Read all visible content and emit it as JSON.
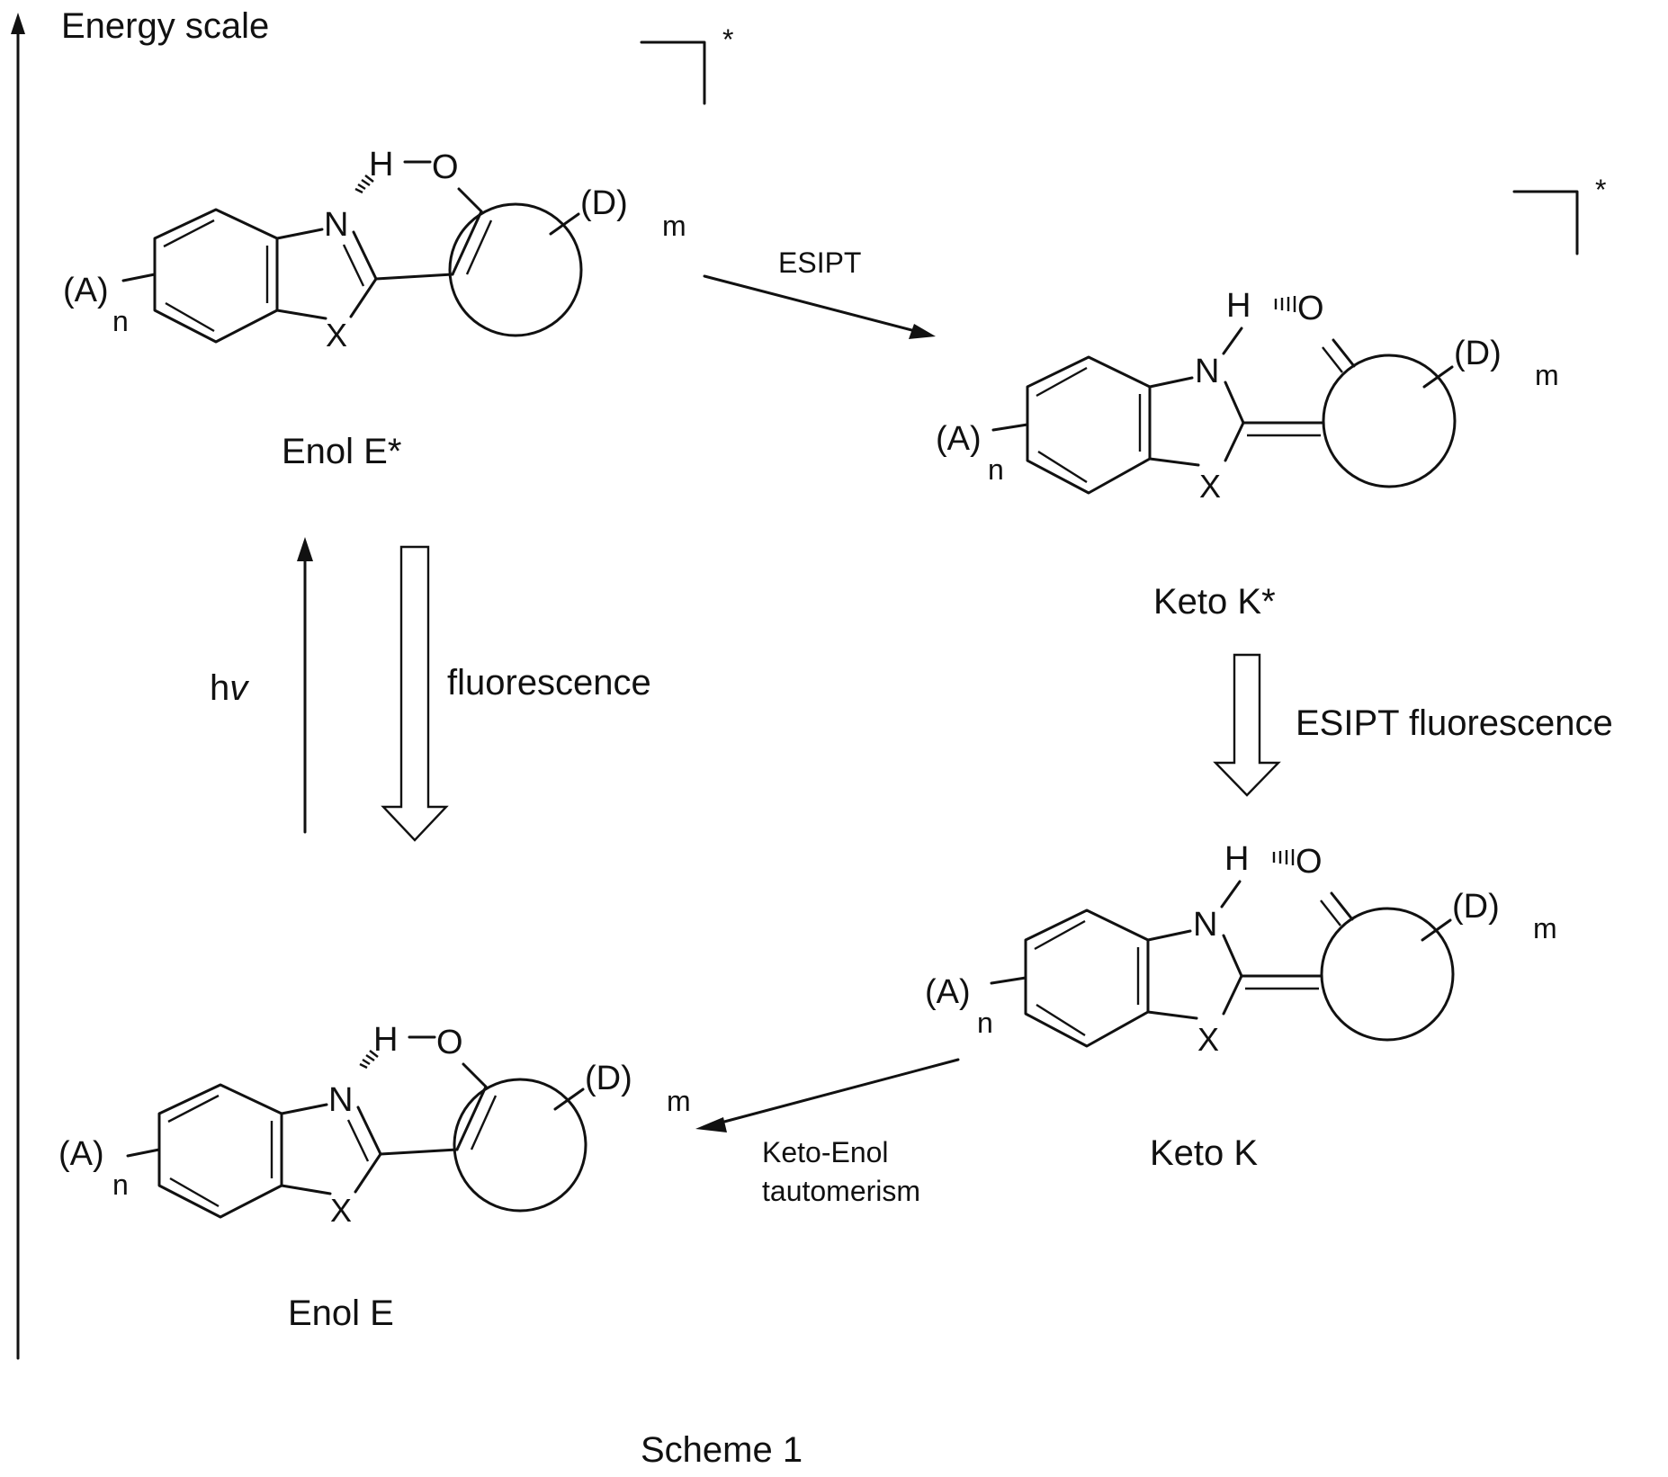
{
  "axis": {
    "label": "Energy scale"
  },
  "caption": "Scheme 1",
  "star": "*",
  "atoms": {
    "A": "(A)",
    "n": "n",
    "D": "(D)",
    "m": "m",
    "N": "N",
    "X": "X",
    "H": "H",
    "O": "O"
  },
  "structures": {
    "enol_excited": {
      "label": "Enol E*"
    },
    "keto_excited": {
      "label": "Keto K*"
    },
    "keto_ground": {
      "label": "Keto K"
    },
    "enol_ground": {
      "label": "Enol E"
    }
  },
  "transitions": {
    "esipt": "ESIPT",
    "absorption_h": "h",
    "absorption_nu": "v",
    "fluorescence": "fluorescence",
    "esipt_fluorescence": "ESIPT fluorescence",
    "tautomerism_line1": "Keto-Enol",
    "tautomerism_line2": "tautomerism"
  }
}
